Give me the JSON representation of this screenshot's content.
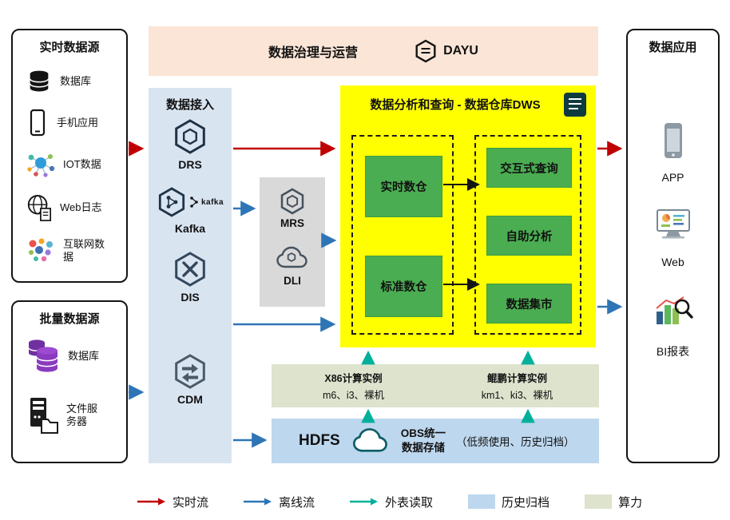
{
  "colors": {
    "realtime_flow": "#c00000",
    "offline_flow": "#2e75b6",
    "external_read": "#00b09b",
    "dws_bg": "#ffff00",
    "warehouse_green": "#4bad52",
    "governance_bg": "#fbe5d6",
    "ingestion_bg": "#d9e4f1",
    "processing_bg": "#d9d9d9",
    "compute_bg": "#dde3cd",
    "storage_bg": "#bdd7ee"
  },
  "realtime_sources": {
    "title": "实时数据源",
    "items": [
      {
        "label": "数据库",
        "icon": "database-icon"
      },
      {
        "label": "手机应用",
        "icon": "phone-icon"
      },
      {
        "label": "IOT数据",
        "icon": "iot-icon"
      },
      {
        "label": "Web日志",
        "icon": "web-log-icon"
      },
      {
        "label": "互联网数据",
        "icon": "internet-data-icon"
      }
    ]
  },
  "batch_sources": {
    "title": "批量数据源",
    "items": [
      {
        "label": "数据库",
        "icon": "purple-database-icon"
      },
      {
        "label": "文件服务器",
        "icon": "file-server-icon"
      }
    ]
  },
  "governance": {
    "title": "数据治理与运营",
    "brand": "DAYU"
  },
  "ingestion": {
    "title": "数据接入",
    "services": [
      {
        "label": "DRS",
        "icon": "drs-hexagon-icon"
      },
      {
        "label": "Kafka",
        "icon": "kafka-hexagon-icon",
        "logo_text": "kafka"
      },
      {
        "label": "DIS",
        "icon": "dis-hexagon-icon"
      },
      {
        "label": "CDM",
        "icon": "cdm-hexagon-icon"
      }
    ]
  },
  "processing": {
    "services": [
      {
        "label": "MRS",
        "icon": "mrs-hexagon-icon"
      },
      {
        "label": "DLI",
        "icon": "dli-cloud-icon"
      }
    ]
  },
  "dws": {
    "title": "数据分析和查询 - 数据仓库DWS",
    "left_modules": [
      {
        "label": "实时数仓"
      },
      {
        "label": "标准数仓"
      }
    ],
    "right_modules": [
      {
        "label": "交互式查询"
      },
      {
        "label": "自助分析"
      },
      {
        "label": "数据集市"
      }
    ]
  },
  "compute": {
    "groups": [
      {
        "title": "X86计算实例",
        "spec": "m6、i3、裸机"
      },
      {
        "title": "鲲鹏计算实例",
        "spec": "km1、ki3、裸机"
      }
    ]
  },
  "storage": {
    "hdfs_label": "HDFS",
    "obs_line1": "OBS统一",
    "obs_line2": "数据存储",
    "note": "（低频使用、历史归档）"
  },
  "applications": {
    "title": "数据应用",
    "items": [
      {
        "label": "APP",
        "icon": "app-phone-icon"
      },
      {
        "label": "Web",
        "icon": "web-monitor-icon"
      },
      {
        "label": "BI报表",
        "icon": "bi-report-icon"
      }
    ]
  },
  "legend": {
    "items": [
      {
        "label": "实时流",
        "type": "arrow",
        "color": "#c00000"
      },
      {
        "label": "离线流",
        "type": "arrow",
        "color": "#2e75b6"
      },
      {
        "label": "外表读取",
        "type": "arrow",
        "color": "#00b09b"
      },
      {
        "label": "历史归档",
        "type": "swatch",
        "color": "#bdd7ee"
      },
      {
        "label": "算力",
        "type": "swatch",
        "color": "#dde3cd"
      }
    ]
  }
}
